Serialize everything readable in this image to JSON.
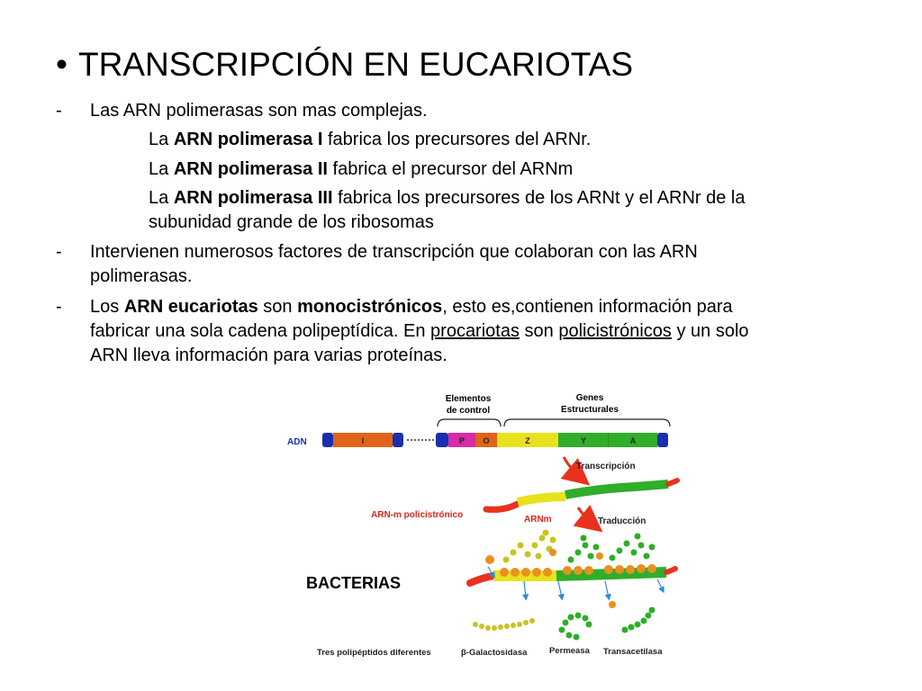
{
  "slide": {
    "title": "TRANSCRIPCIÓN EN EUCARIOTAS",
    "bullet_symbol": "•",
    "dash_symbol": "-",
    "intro": "Las ARN polimerasas son mas complejas.",
    "pol1": {
      "pre": "La ",
      "bold": "ARN polimerasa I",
      "post": " fabrica los precursores  del ARNr."
    },
    "pol2": {
      "pre": "La ",
      "bold": "ARN polimerasa II",
      "post": " fabrica el precursor del ARNm"
    },
    "pol3": {
      "pre": "La ",
      "bold": "ARN polimerasa III",
      "post": " fabrica los precursores de los ARNt y el ARNr de la",
      "cont": "subunidad grande de los ribosomas"
    },
    "factors": {
      "line1": "Intervienen numerosos factores de transcripción que  colaboran con las ARN",
      "line2": "polimerasas."
    },
    "mono": {
      "pre": "Los ",
      "bold1": "ARN eucariotas",
      "mid": " son ",
      "bold2": "monocistrónicos",
      "post": ", esto es,contienen información para",
      "line2_pre": "fabricar una sola cadena polipeptídica. En ",
      "line2_u1": "procariotas",
      "line2_mid": " son ",
      "line2_u2": "policistrónicos",
      "line2_post": " y un solo",
      "line3": "ARN lleva información para varias proteínas."
    }
  },
  "diagram": {
    "label_control": [
      "Elementos",
      "de control"
    ],
    "label_genes": [
      "Genes",
      "Estructurales"
    ],
    "adn": "ADN",
    "segments": {
      "i": "I",
      "p": "P",
      "o": "O",
      "z": "Z",
      "y": "Y",
      "a": "A"
    },
    "transcripcion": "Transcripción",
    "arn_policistronico": "ARN-m policistrónico",
    "arnm": "ARNm",
    "traduccion": "Traducción",
    "bacterias": "BACTERIAS",
    "tres": "Tres polipéptidos diferentes",
    "galactosidasa": "β-Galactosidasa",
    "permeasa": "Permeasa",
    "transacetilasa": "Transacetilasa",
    "colors": {
      "blue": "#1a2fb0",
      "orange": "#e06418",
      "magenta": "#d62ca8",
      "yellow": "#e8e21e",
      "green": "#2fae2a",
      "red": "#e8321e",
      "label_red": "#d9261a"
    }
  }
}
